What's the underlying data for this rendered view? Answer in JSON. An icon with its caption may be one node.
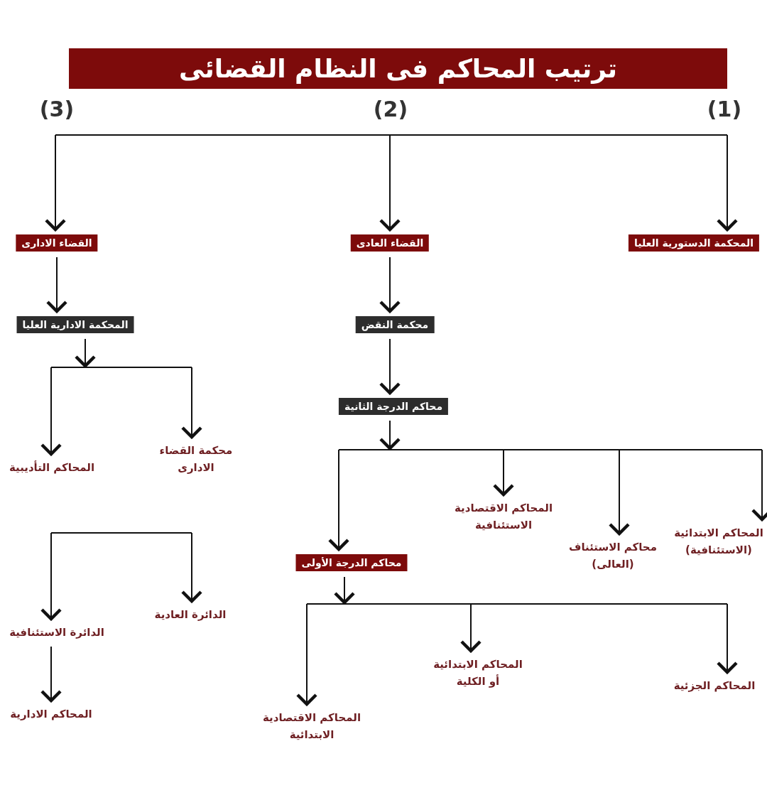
{
  "diagram": {
    "title": "ترتيب المحاكم فى النظام القضائى",
    "nodes": [
      {
        "text": [
          "المحكمة الدستورية العليا"
        ]
      },
      {
        "text": [
          "القضاء العادى"
        ]
      },
      {
        "text": [
          "القضاء الادارى"
        ]
      },
      {
        "text": [
          "المحكمة الادارية العليا"
        ]
      },
      {
        "text": [
          "محكمة النقض"
        ]
      },
      {
        "text": [
          "محكمة القضاء الادارى"
        ]
      },
      {
        "text": [
          "المحاكم التأديبية"
        ]
      },
      {
        "text": [
          "محاكم الدرجة الثانية"
        ]
      },
      {
        "text": [
          "المحاكم الابتدائية (الاستئنافية)"
        ]
      },
      {
        "text": [
          "محاكم الاستئناف (العالى)"
        ]
      },
      {
        "text": [
          "المحاكم الاقتصادية الاستئنافية"
        ]
      },
      {
        "text": [
          "محاكم الدرجة الأولى"
        ]
      },
      {
        "text": [
          "الدائرة العادية"
        ]
      },
      {
        "text": [
          "الدائرة الاستئنافية"
        ]
      },
      {
        "text": [
          "المحاكم الجزئية"
        ]
      },
      {
        "text": [
          "المحاكم الابتدائية أو الكلية"
        ]
      },
      {
        "text": [
          "المحاكم الاقتصادية الابتدائية"
        ]
      },
      {
        "text": [
          "المحاكم الادارية"
        ]
      }
    ],
    "edges": [
      {
        "from": null,
        "to": 0,
        "arrow": "to"
      },
      {
        "from": null,
        "to": 1,
        "arrow": "to"
      },
      {
        "from": null,
        "to": 2,
        "arrow": "to"
      },
      {
        "from": 2,
        "to": 3,
        "arrow": "to"
      },
      {
        "from": 1,
        "to": 4,
        "arrow": "to"
      },
      {
        "from": 3,
        "to": 5,
        "arrow": "to"
      },
      {
        "from": 3,
        "to": 6,
        "arrow": "to"
      },
      {
        "from": 4,
        "to": 7,
        "arrow": "to"
      },
      {
        "from": 7,
        "to": 8,
        "arrow": "to"
      },
      {
        "from": 7,
        "to": 9,
        "arrow": "to"
      },
      {
        "from": 7,
        "to": 10,
        "arrow": "to"
      },
      {
        "from": 7,
        "to": 11,
        "arrow": "to"
      },
      {
        "from": null,
        "to": 12,
        "arrow": "to"
      },
      {
        "from": null,
        "to": 13,
        "arrow": "to"
      },
      {
        "from": 11,
        "to": 14,
        "arrow": "to"
      },
      {
        "from": 11,
        "to": 15,
        "arrow": "to"
      },
      {
        "from": 11,
        "to": 16,
        "arrow": "to"
      },
      {
        "from": 13,
        "to": 17,
        "arrow": "to"
      }
    ],
    "labels": [
      "(1)",
      "(2)",
      "(3)"
    ]
  }
}
